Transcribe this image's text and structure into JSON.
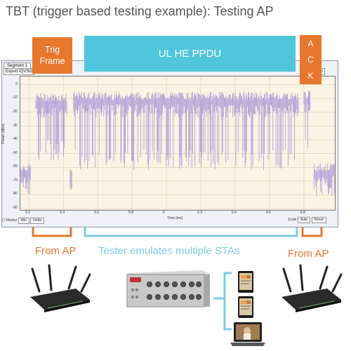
{
  "title": "TBT (trigger based testing example): Testing AP",
  "window": {
    "segment_tab": "Segment 1",
    "export_button": "Export IQVSG",
    "right_label": "Win",
    "marker_label": "Marker",
    "min_button": "Min",
    "delta_button": "Delta",
    "scale_label": "Scale",
    "auto_button": "Auto",
    "reset_button": "Reset"
  },
  "overlays": {
    "trig_frame": [
      "Trig",
      "Frame"
    ],
    "ul_he_ppdu": "UL HE PPDU",
    "ack": [
      "A",
      "C",
      "K"
    ]
  },
  "labels": {
    "from_ap_left": "From AP",
    "tester": "Tester emulates multiple STAs",
    "from_ap_right": "From AP"
  },
  "colors": {
    "orange": "#e8772e",
    "cyan": "#4fc6db",
    "light_cyan": "#7fcde0",
    "trace": "#a898d8",
    "plot_bg": "#fbf3e3"
  },
  "icons": [
    "router-icon",
    "tester-instrument-icon",
    "tablet-icon",
    "laptop-icon"
  ],
  "chart_data": {
    "type": "line",
    "xlabel": "Time [ms]",
    "ylabel": "Power [dBm]",
    "xlim": [
      5.15,
      6.98
    ],
    "ylim": [
      -90,
      5
    ],
    "xticks": [
      "5.2",
      "5.4",
      "5.6",
      "5.8",
      "6",
      "6.2",
      "6.4",
      "6.6",
      "6.8"
    ],
    "yticks": [
      "0",
      "-10",
      "-20",
      "-30",
      "-40",
      "-50",
      "-60",
      "-70",
      "-80",
      "-90"
    ],
    "segments": [
      {
        "start": 5.15,
        "end": 5.21,
        "level": -60,
        "floor": -82
      },
      {
        "start": 5.24,
        "end": 5.42,
        "level": -9,
        "floor": -55
      },
      {
        "start": 5.44,
        "end": 5.45,
        "level": -62,
        "floor": -82
      },
      {
        "start": 5.46,
        "end": 6.77,
        "level": -8,
        "floor": -62
      },
      {
        "start": 6.8,
        "end": 6.84,
        "level": -7,
        "floor": -50
      },
      {
        "start": 6.86,
        "end": 6.98,
        "level": -60,
        "floor": -82
      }
    ]
  }
}
